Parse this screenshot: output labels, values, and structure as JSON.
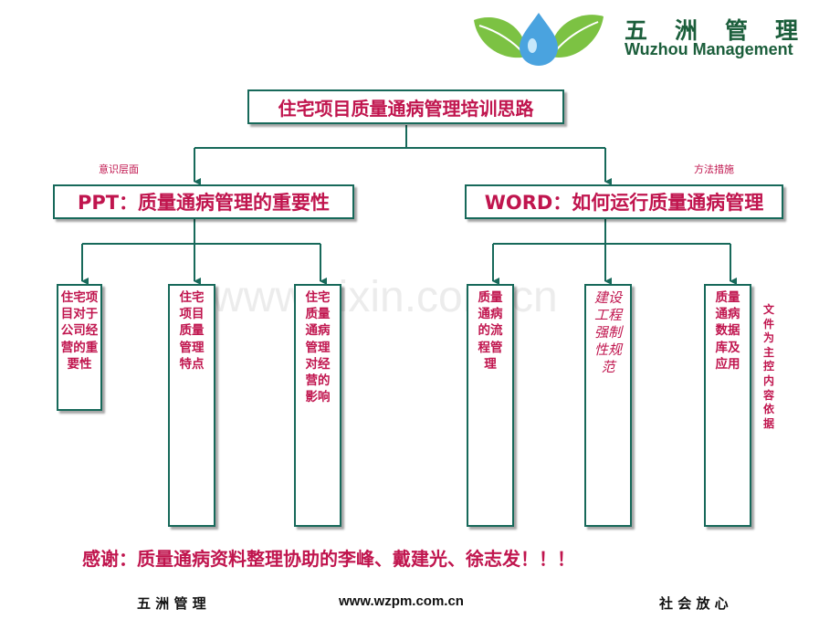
{
  "brand": {
    "name_cn": "五洲管理",
    "name_en": "Wuzhou Management",
    "colors": {
      "green": "#1b5e3b",
      "leaf": "#7cc243",
      "drop": "#4aa3df"
    }
  },
  "diagram": {
    "root": "住宅项目质量通病管理培训思路",
    "left_branch": {
      "tag": "意识层面",
      "title": "PPT：质量通病管理的重要性",
      "leaves": [
        "住宅项目对于公司经营的重要性",
        "住宅项目质量管理特点",
        "住宅质量通病管理对经营的影响"
      ]
    },
    "right_branch": {
      "tag": "方法措施",
      "title": "WORD：如何运行质量通病管理",
      "leaves": [
        "质量通病的流程管理",
        "建设工程强制性规范",
        "质量通病数据库及应用"
      ],
      "side_note": "文件为主控内容依据"
    },
    "colors": {
      "text": "#c0154e",
      "line": "#17695a"
    }
  },
  "watermark": "www.zixin.com.cn",
  "thanks": "感谢：质量通病资料整理协助的李峰、戴建光、徐志发！！！",
  "footer": {
    "left": "五 洲 管 理",
    "center": "www.wzpm.com.cn",
    "right": "社 会 放 心"
  }
}
